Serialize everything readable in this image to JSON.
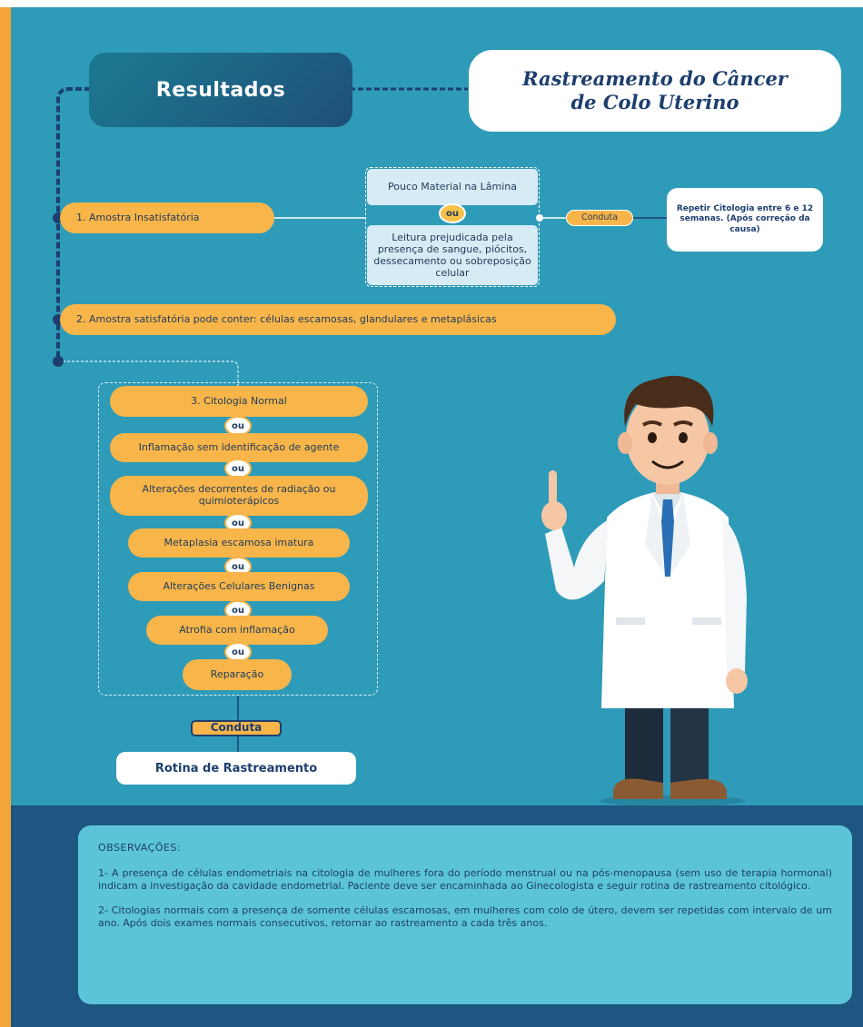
{
  "header": {
    "resultados": "Resultados",
    "title_line1": "Rastreamento do Câncer",
    "title_line2": "de Colo Uterino"
  },
  "amostra1": {
    "label": "1. Amostra Insatisfatória",
    "option1": "Pouco Material na Lâmina",
    "ou": "ou",
    "option2": "Leitura prejudicada pela presença de sangue, piócitos, dessecamento ou sobreposição celular",
    "conduta_label": "Conduta",
    "conduta_text": "Repetir Citologia entre 6 e 12 semanas. (Após correção da causa)"
  },
  "amostra2": {
    "label": "2. Amostra satisfatória pode conter: células escamosas, glandulares e metaplásicas"
  },
  "amostra3": {
    "items": [
      "3. Citologia Normal",
      "Inflamação sem identificação de agente",
      "Alterações decorrentes de radiação ou quimioterápicos",
      "Metaplasia escamosa imatura",
      "Alterações Celulares Benignas",
      "Atrofia com inflamação",
      "Reparação"
    ],
    "ou": "ou",
    "conduta_label": "Conduta",
    "conduta_text": "Rotina de Rastreamento"
  },
  "observacoes": {
    "heading": "OBSERVAÇÕES:",
    "p1": "1- A presença de células endometriais na citologia de mulheres fora do período menstrual ou na pós-menopausa (sem uso de terapia hormonal) indicam a investigação da cavidade endometrial. Paciente deve ser encaminhada ao Ginecologista e seguir rotina de rastreamento citológico.",
    "p2": "2- Citologias normais com a presença de somente células escamosas, em mulheres com colo de útero, devem ser repetidas com intervalo de um ano. Após dois exames normais consecutivos, retornar ao rastreamento a cada três anos."
  },
  "colors": {
    "teal_bg": "#2e9bb8",
    "navy_bg": "#1d5680",
    "orange_pill": "#f8b54a",
    "obs_box": "#5cc4d9"
  }
}
